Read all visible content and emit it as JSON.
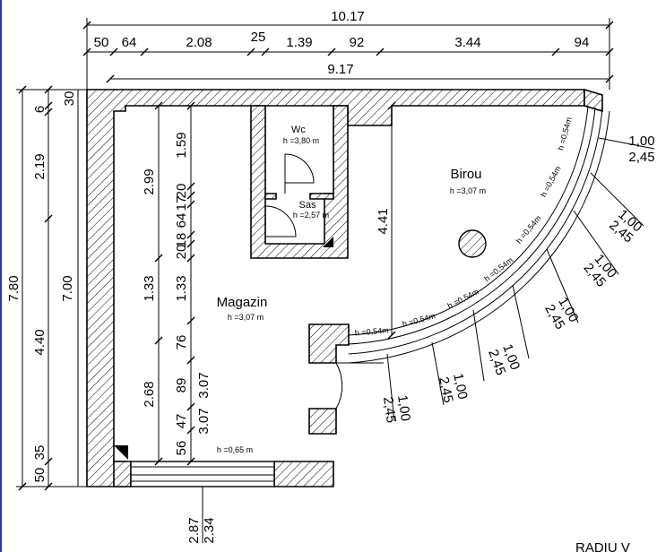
{
  "rooms": {
    "magazin": {
      "name": "Magazin",
      "height": "h =3,07 m",
      "sub": "u"
    },
    "birou": {
      "name": "Birou",
      "height": "h =3,07 m",
      "sub": "u"
    },
    "wc": {
      "name": "Wc",
      "height": "h =3,80 m",
      "sub": "u"
    },
    "sas": {
      "name": "Sas",
      "height": "h =2,57 m",
      "sub": "u"
    }
  },
  "window_heights": {
    "parapet": "h =0,65 m",
    "curved": "h =0,54m",
    "sub": "p"
  },
  "top_dims": {
    "overall": "10.17",
    "segments": [
      "50",
      "64",
      "2.08",
      "25",
      "1.39",
      "92",
      "3.44",
      "94"
    ],
    "inner": "9.17"
  },
  "left_dims": {
    "overall": "7.80",
    "inner": "7.00",
    "outer_chain": [
      "30",
      "6",
      "2.19",
      "4.40",
      "35",
      "50"
    ]
  },
  "interior_dims": {
    "col_a": [
      "2.99",
      "1.33",
      "2.68"
    ],
    "col_b": [
      "1.59",
      "20",
      "17",
      "64",
      "18",
      "20",
      "1.33",
      "76",
      "89",
      "3.07",
      "47",
      "3.07",
      "56"
    ],
    "birou_height": "4.41"
  },
  "curved_window_dims": [
    "1,00",
    "2,45"
  ],
  "bottom_dims": [
    "2.87",
    "2.34"
  ],
  "corner_text": "RADIU V"
}
